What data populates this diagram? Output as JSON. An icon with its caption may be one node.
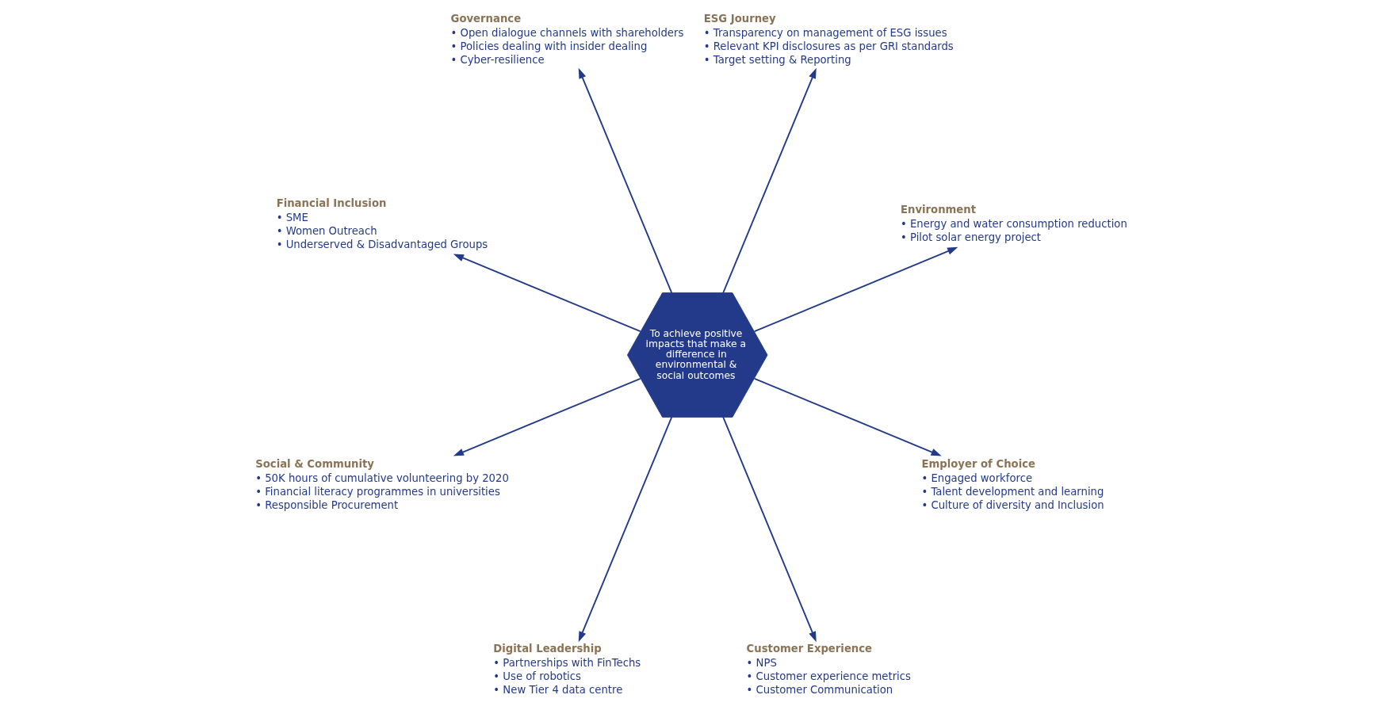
{
  "diagram": {
    "nodes": [
      {
        "text": [
          "ESG Journey",
          "• Transparency on management of ESG issues",
          "• Relevant KPI disclosures as per GRI standards",
          "• Target setting & Reporting"
        ]
      },
      {
        "text": [
          "Governance",
          "• Open dialogue channels with shareholders",
          "• Policies dealing with insider dealing",
          "• Cyber-resilience"
        ]
      },
      {
        "text": [
          "Environment",
          "• Energy and water consumption reduction",
          "• Pilot solar energy project"
        ]
      },
      {
        "text": [
          "To achieve positive impacts that make a difference in environmental & social outcomes"
        ]
      },
      {
        "text": [
          "Financial Inclusion",
          "• SME",
          "• Women Outreach",
          "• Underserved & Disadvantaged Groups"
        ]
      },
      {
        "text": [
          "Employer of Choice",
          "• Engaged workforce",
          "• Talent development and learning",
          "• Culture of diversity and Inclusion"
        ]
      },
      {
        "text": [
          "Social & Community",
          "• 50K hours of cumulative volunteering by 2020",
          "• Financial literacy programmes in universities",
          "• Responsible Procurement"
        ]
      },
      {
        "text": [
          "Customer Experience",
          "• NPS",
          "• Customer experience metrics",
          "• Customer Communication"
        ]
      },
      {
        "text": [
          "Digital Leadership",
          "• Partnerships with FinTechs",
          "• Use of robotics",
          "• New Tier 4 data centre"
        ]
      }
    ],
    "edges": [
      {
        "from": 3,
        "to": 0,
        "arrow": "to"
      },
      {
        "from": 3,
        "to": 2,
        "arrow": "to"
      },
      {
        "from": 3,
        "to": 5,
        "arrow": "to"
      },
      {
        "from": 3,
        "to": 7,
        "arrow": "to"
      },
      {
        "from": 3,
        "to": 8,
        "arrow": "to"
      },
      {
        "from": 3,
        "to": 6,
        "arrow": "to"
      },
      {
        "from": 3,
        "to": 4,
        "arrow": "to"
      },
      {
        "from": 3,
        "to": 1,
        "arrow": "to"
      }
    ]
  }
}
